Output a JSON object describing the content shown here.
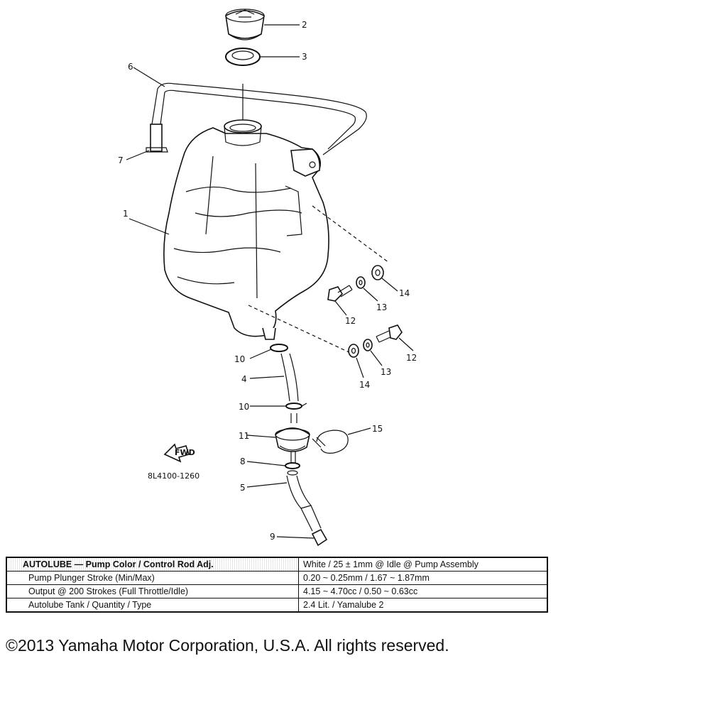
{
  "diagram": {
    "part_code": "8L4100-1260",
    "fwd_label": "FWD",
    "callouts": {
      "tank": "1",
      "cap": "2",
      "gasket": "3",
      "upper_hose": "4",
      "lower_hose": "5",
      "breather_hose": "6",
      "breather_clip": "7",
      "clamp_8": "8",
      "plug": "9",
      "clamp_10_upper": "10",
      "clamp_10_lower": "10",
      "filter": "11",
      "bolt_12_upper": "12",
      "bolt_12_lower": "12",
      "washer_13_upper": "13",
      "washer_13_lower": "13",
      "grommet_14_upper": "14",
      "grommet_14_lower": "14",
      "hose_clip_15": "15"
    }
  },
  "spec_table": {
    "rows": [
      {
        "label": "AUTOLUBE — Pump Color / Control Rod Adj.",
        "value": "White / 25 ± 1mm @ Idle @ Pump Assembly"
      },
      {
        "label": "Pump Plunger Stroke (Min/Max)",
        "value": "0.20 ~ 0.25mm / 1.67 ~ 1.87mm"
      },
      {
        "label": "Output @ 200 Strokes (Full Throttle/Idle)",
        "value": "4.15 ~ 4.70cc / 0.50 ~ 0.63cc"
      },
      {
        "label": "Autolube Tank / Quantity / Type",
        "value": "2.4 Lit. / Yamalube 2"
      }
    ]
  },
  "copyright": "©2013 Yamaha Motor Corporation, U.S.A. All rights reserved."
}
